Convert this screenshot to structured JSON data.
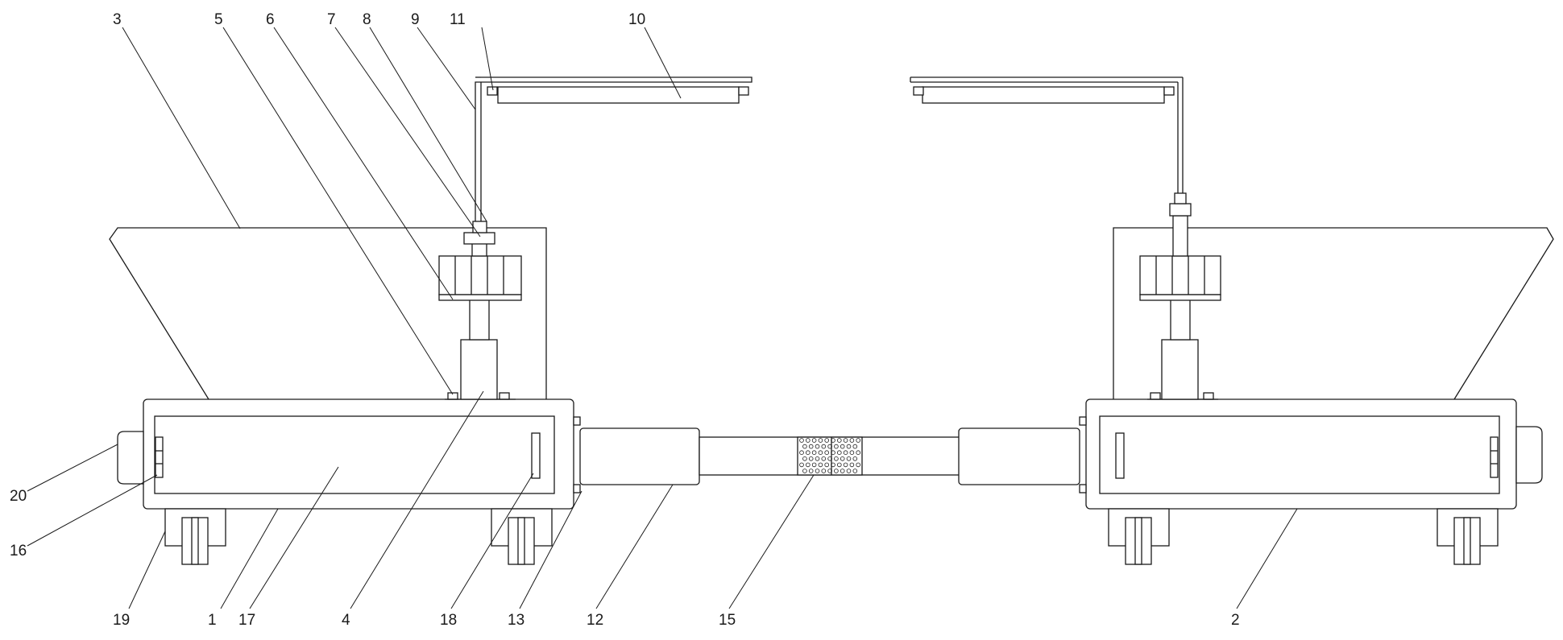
{
  "labels": [
    {
      "text": "3"
    },
    {
      "text": "5"
    },
    {
      "text": "6"
    },
    {
      "text": "7"
    },
    {
      "text": "8"
    },
    {
      "text": "9"
    },
    {
      "text": "11"
    },
    {
      "text": "10"
    },
    {
      "text": "20"
    },
    {
      "text": "16"
    },
    {
      "text": "19"
    },
    {
      "text": "1"
    },
    {
      "text": "17"
    },
    {
      "text": "4"
    },
    {
      "text": "18"
    },
    {
      "text": "13"
    },
    {
      "text": "12"
    },
    {
      "text": "15"
    },
    {
      "text": "2"
    }
  ]
}
